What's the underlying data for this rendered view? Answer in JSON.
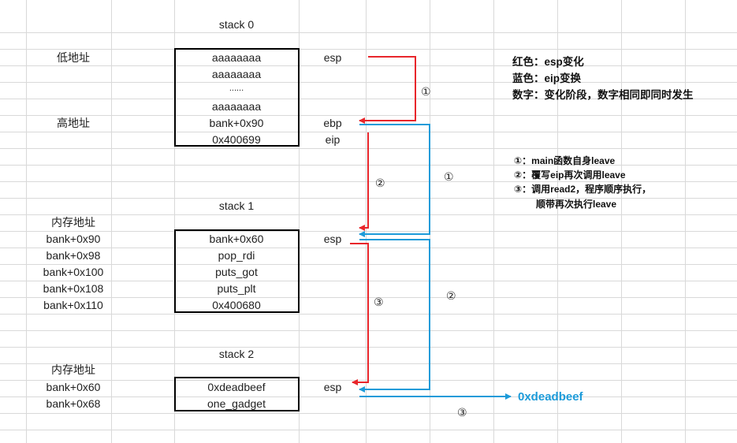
{
  "titles": {
    "stack0": "stack 0",
    "stack1": "stack 1",
    "stack2": "stack 2"
  },
  "left_labels": {
    "low_addr": "低地址",
    "high_addr": "高地址",
    "mem_addr_1": "内存地址",
    "mem_addr_2": "内存地址"
  },
  "stack0": {
    "addrs": [],
    "cells": [
      "aaaaaaaa",
      "aaaaaaaa",
      "......",
      "aaaaaaaa",
      "bank+0x90",
      "0x400699"
    ],
    "regs": {
      "esp": "esp",
      "ebp": "ebp",
      "eip": "eip"
    }
  },
  "stack1": {
    "addrs": [
      "bank+0x90",
      "bank+0x98",
      "bank+0x100",
      "bank+0x108",
      "bank+0x110"
    ],
    "cells": [
      "bank+0x60",
      "pop_rdi",
      "puts_got",
      "puts_plt",
      "0x400680"
    ],
    "regs": {
      "esp": "esp"
    }
  },
  "stack2": {
    "addrs": [
      "bank+0x60",
      "bank+0x68"
    ],
    "cells": [
      "0xdeadbeef",
      "one_gadget"
    ],
    "regs": {
      "esp": "esp"
    }
  },
  "legend": {
    "red": "红色：esp变化",
    "blue": "蓝色：eip变换",
    "num": "数字：变化阶段，数字相同即同时发生"
  },
  "steps": {
    "s1": "①：main函数自身leave",
    "s2": "②：覆写eip再次调用leave",
    "s3a": "③：调用read2，程序顺序执行，",
    "s3b": "顺带再次执行leave"
  },
  "markers": {
    "c1": "①",
    "c2": "②",
    "c3": "③"
  },
  "target": "0xdeadbeef",
  "colors": {
    "red": "#e8262b",
    "blue": "#1d9bd9",
    "grid": "#d9d9d9"
  }
}
